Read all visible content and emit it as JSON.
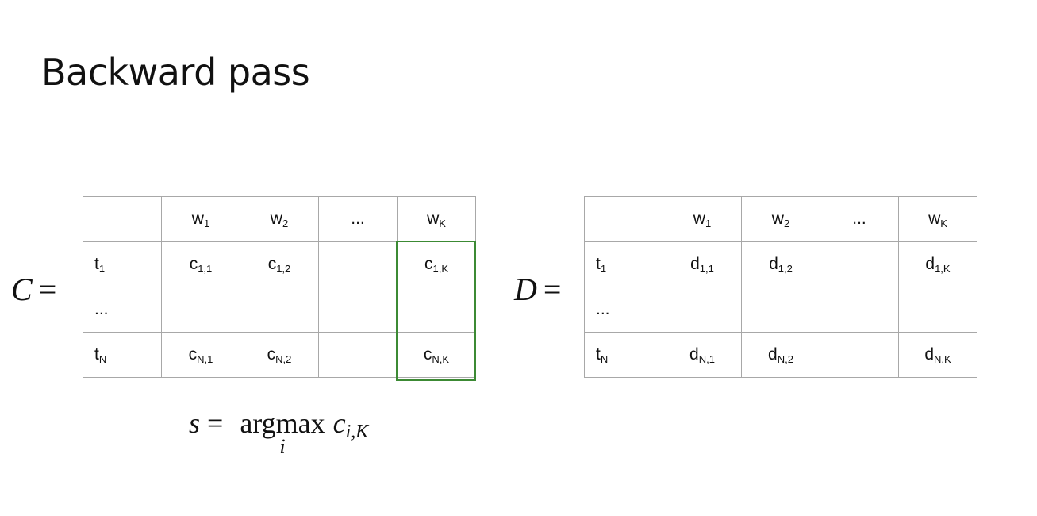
{
  "title": "Backward pass",
  "labels": {
    "c": "C",
    "d": "D",
    "equals": "="
  },
  "highlight_color": "#3c8a34",
  "matrix_c": {
    "header": [
      {
        "t": "",
        "s": ""
      },
      {
        "t": "w",
        "s": "1"
      },
      {
        "t": "w",
        "s": "2"
      },
      {
        "t": "...",
        "s": ""
      },
      {
        "t": "w",
        "s": "K"
      }
    ],
    "rows": [
      [
        {
          "t": "t",
          "s": "1"
        },
        {
          "t": "c",
          "s": "1,1"
        },
        {
          "t": "c",
          "s": "1,2"
        },
        {
          "t": "",
          "s": ""
        },
        {
          "t": "c",
          "s": "1,K"
        }
      ],
      [
        {
          "t": "...",
          "s": ""
        },
        {
          "t": "",
          "s": ""
        },
        {
          "t": "",
          "s": ""
        },
        {
          "t": "",
          "s": ""
        },
        {
          "t": "",
          "s": ""
        }
      ],
      [
        {
          "t": "t",
          "s": "N"
        },
        {
          "t": "c",
          "s": "N,1"
        },
        {
          "t": "c",
          "s": "N,2"
        },
        {
          "t": "",
          "s": ""
        },
        {
          "t": "c",
          "s": "N,K"
        }
      ]
    ]
  },
  "matrix_d": {
    "header": [
      {
        "t": "",
        "s": ""
      },
      {
        "t": "w",
        "s": "1"
      },
      {
        "t": "w",
        "s": "2"
      },
      {
        "t": "...",
        "s": ""
      },
      {
        "t": "w",
        "s": "K"
      }
    ],
    "rows": [
      [
        {
          "t": "t",
          "s": "1"
        },
        {
          "t": "d",
          "s": "1,1"
        },
        {
          "t": "d",
          "s": "1,2"
        },
        {
          "t": "",
          "s": ""
        },
        {
          "t": "d",
          "s": "1,K"
        }
      ],
      [
        {
          "t": "...",
          "s": ""
        },
        {
          "t": "",
          "s": ""
        },
        {
          "t": "",
          "s": ""
        },
        {
          "t": "",
          "s": ""
        },
        {
          "t": "",
          "s": ""
        }
      ],
      [
        {
          "t": "t",
          "s": "N"
        },
        {
          "t": "d",
          "s": "N,1"
        },
        {
          "t": "d",
          "s": "N,2"
        },
        {
          "t": "",
          "s": ""
        },
        {
          "t": "d",
          "s": "N,K"
        }
      ]
    ]
  },
  "formula": {
    "lhs": "s",
    "equals": "=",
    "operator": "argmax",
    "operator_sub": "i",
    "term": "c",
    "term_sub": "i,K"
  }
}
